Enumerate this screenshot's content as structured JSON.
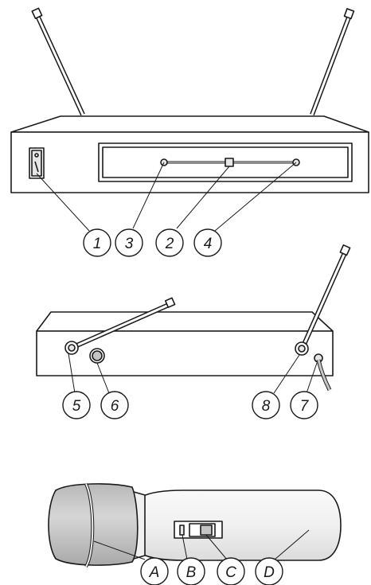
{
  "callouts": {
    "receiver_front": [
      "1",
      "3",
      "2",
      "4"
    ],
    "receiver_back": [
      "5",
      "6",
      "8",
      "7"
    ],
    "microphone": [
      "A",
      "B",
      "C",
      "D"
    ]
  },
  "colors": {
    "stroke": "#1a1a1a",
    "body_fill": "#ffffff",
    "shade_fill": "#e6e6e6",
    "grille_fill": "#c4c4c4",
    "mic_body_fill": "#f2f2f2"
  }
}
